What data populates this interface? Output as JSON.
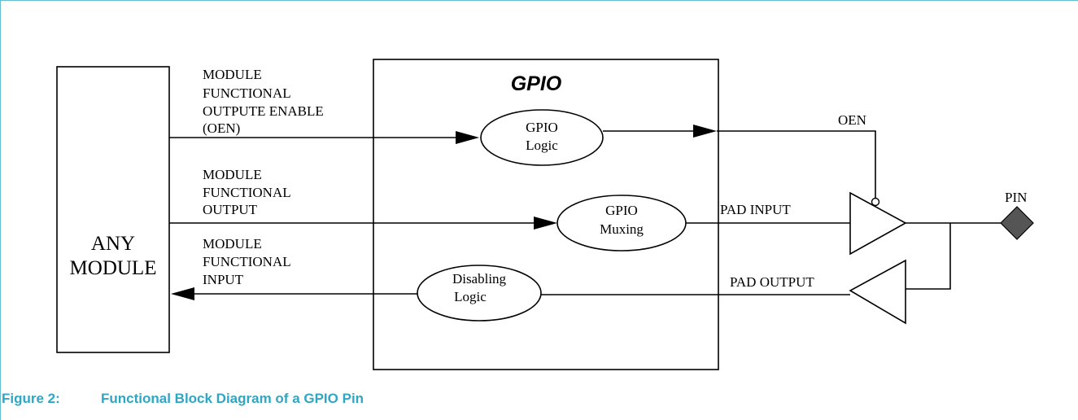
{
  "diagram": {
    "gpio_title": "GPIO",
    "any_module": [
      "ANY",
      "MODULE"
    ],
    "oen_in_label": [
      "MODULE",
      "FUNCTIONAL",
      "OUTPUTE ENABLE",
      "(OEN)"
    ],
    "output_label": [
      "MODULE",
      "FUNCTIONAL",
      "OUTPUT"
    ],
    "input_label": [
      "MODULE",
      "FUNCTIONAL",
      "INPUT"
    ],
    "gpio_logic": [
      "GPIO",
      "Logic"
    ],
    "gpio_muxing": [
      "GPIO",
      "Muxing"
    ],
    "disabling_logic": [
      "Disabling",
      "Logic"
    ],
    "oen_out": "OEN",
    "pad_input": "PAD INPUT",
    "pad_output": "PAD OUTPUT",
    "pin": "PIN"
  },
  "caption": {
    "number": "Figure 2:",
    "title": "Functional Block Diagram of a GPIO Pin"
  },
  "colors": {
    "caption": "#2ea6c4",
    "frame": "#63bfcf",
    "pin_fill": "#555555"
  }
}
